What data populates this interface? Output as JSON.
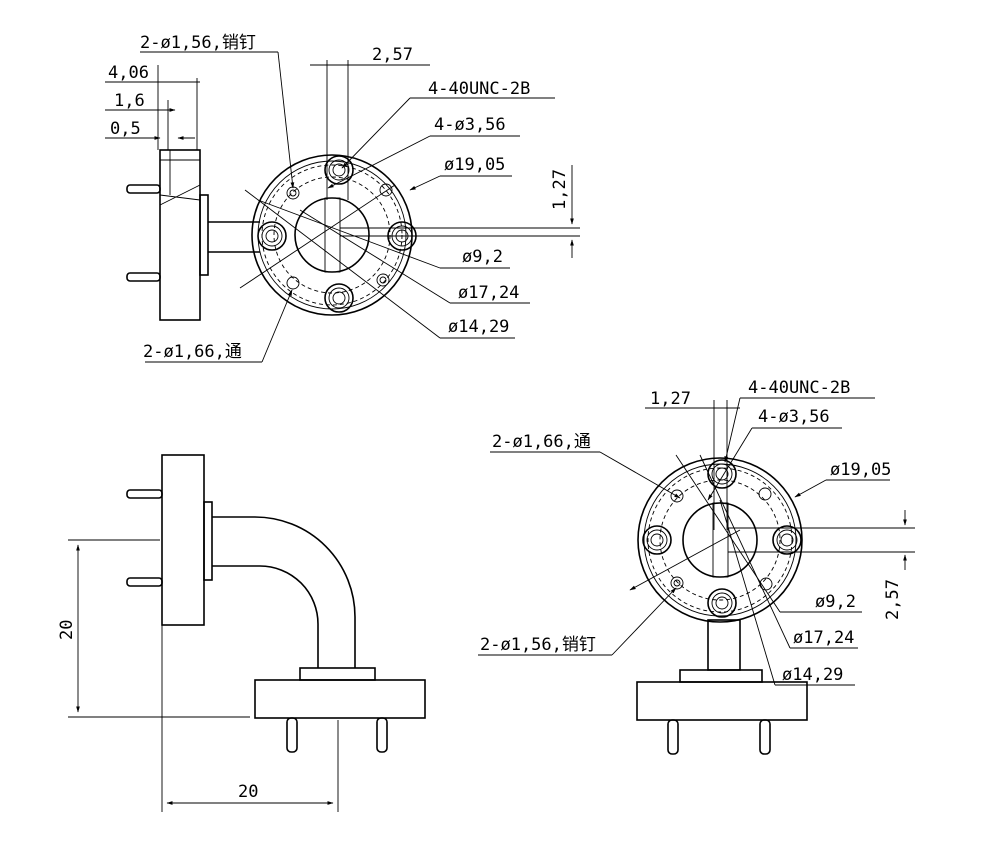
{
  "drawing": {
    "view_top": {
      "dim_4_06": "4,06",
      "dim_1_6": "1,6",
      "dim_0_5": "0,5",
      "dim_2_57": "2,57",
      "pin_label": "2-ø1,56,销钉",
      "thread_label": "4-40UNC-2B",
      "hole_label": "4-ø3,56",
      "dia_outer": "ø19,05",
      "dim_1_27": "1,27",
      "dia_inner": "ø9,2",
      "dia_17": "ø17,24",
      "dia_14": "ø14,29",
      "through_label": "2-ø1,66,通"
    },
    "view_side": {
      "dim_height": "20",
      "dim_width": "20"
    },
    "view_right": {
      "dim_1_27": "1,27",
      "thread_label": "4-40UNC-2B",
      "hole_label": "4-ø3,56",
      "through_label": "2-ø1,66,通",
      "dia_outer": "ø19,05",
      "dim_2_57": "2,57",
      "dia_inner": "ø9,2",
      "pin_label": "2-ø1,56,销钉",
      "dia_17": "ø17,24",
      "dia_14": "ø14,29"
    }
  }
}
